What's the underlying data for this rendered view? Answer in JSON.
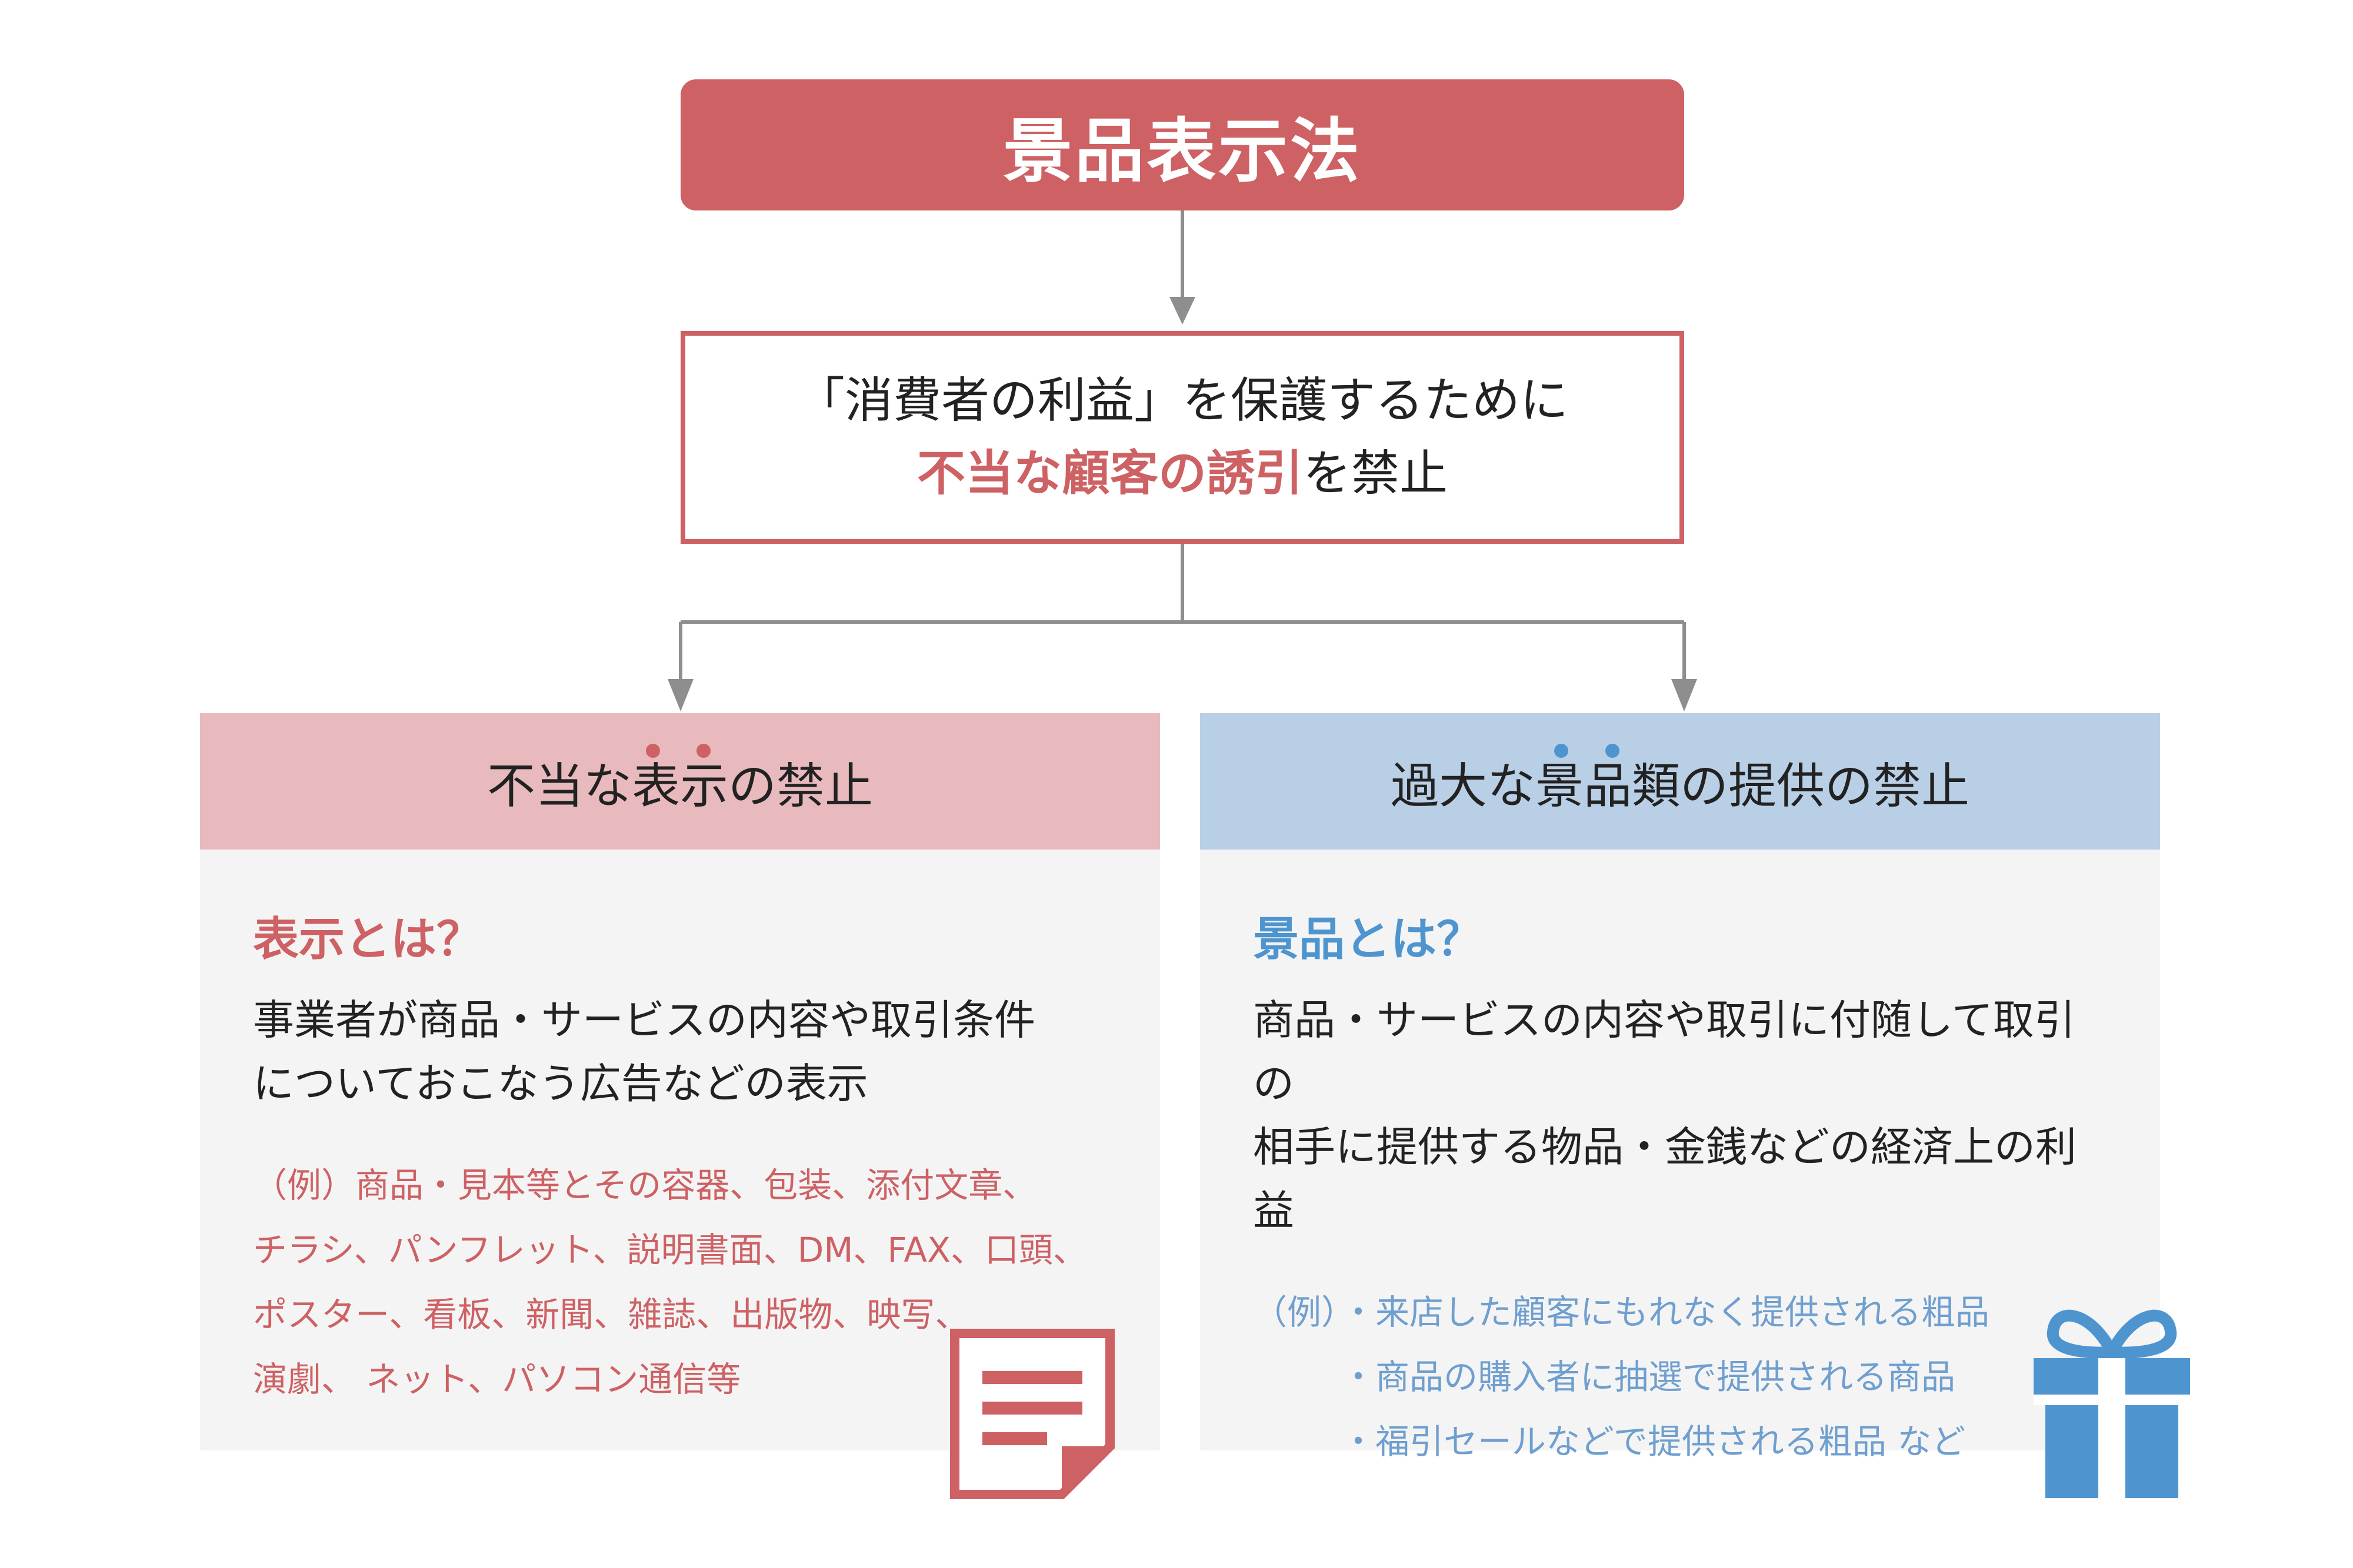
{
  "colors": {
    "red": "#cd6164",
    "red_light": "#e8babd",
    "blue": "#4e95d0",
    "blue_light": "#b9cfe6",
    "panel_bg": "#f4f4f4",
    "arrow": "#8e8e8e"
  },
  "title": "景品表示法",
  "purpose": {
    "line1": "「消費者の利益」を保護するために",
    "line2_accent": "不当な顧客の誘引",
    "line2_rest": "を禁止"
  },
  "left": {
    "heading": "不当な表示の禁止",
    "question": "表示とは？",
    "description": [
      "事業者が商品・サービスの内容や取引条件",
      "についておこなう広告などの表示"
    ],
    "examples": [
      "（例）商品・見本等とその容器、包装、添付文章、",
      "チラシ、パンフレット、説明書面、DM、FAX、口頭、",
      "ポスター、看板、新聞、雑誌、出版物、映写、",
      "演劇、 ネット、パソコン通信等"
    ],
    "icon": "document-icon"
  },
  "right": {
    "heading": "過大な景品類の提供の禁止",
    "question": "景品とは？",
    "description": [
      "商品・サービスの内容や取引に付随して取引の",
      "相手に提供する物品・金銭などの経済上の利益"
    ],
    "examples_prefix": "（例）",
    "examples": [
      "・来店した顧客にもれなく提供される粗品",
      "・商品の購入者に抽選で提供される商品",
      "・福引セールなどで提供される粗品 など"
    ],
    "icon": "gift-icon"
  }
}
